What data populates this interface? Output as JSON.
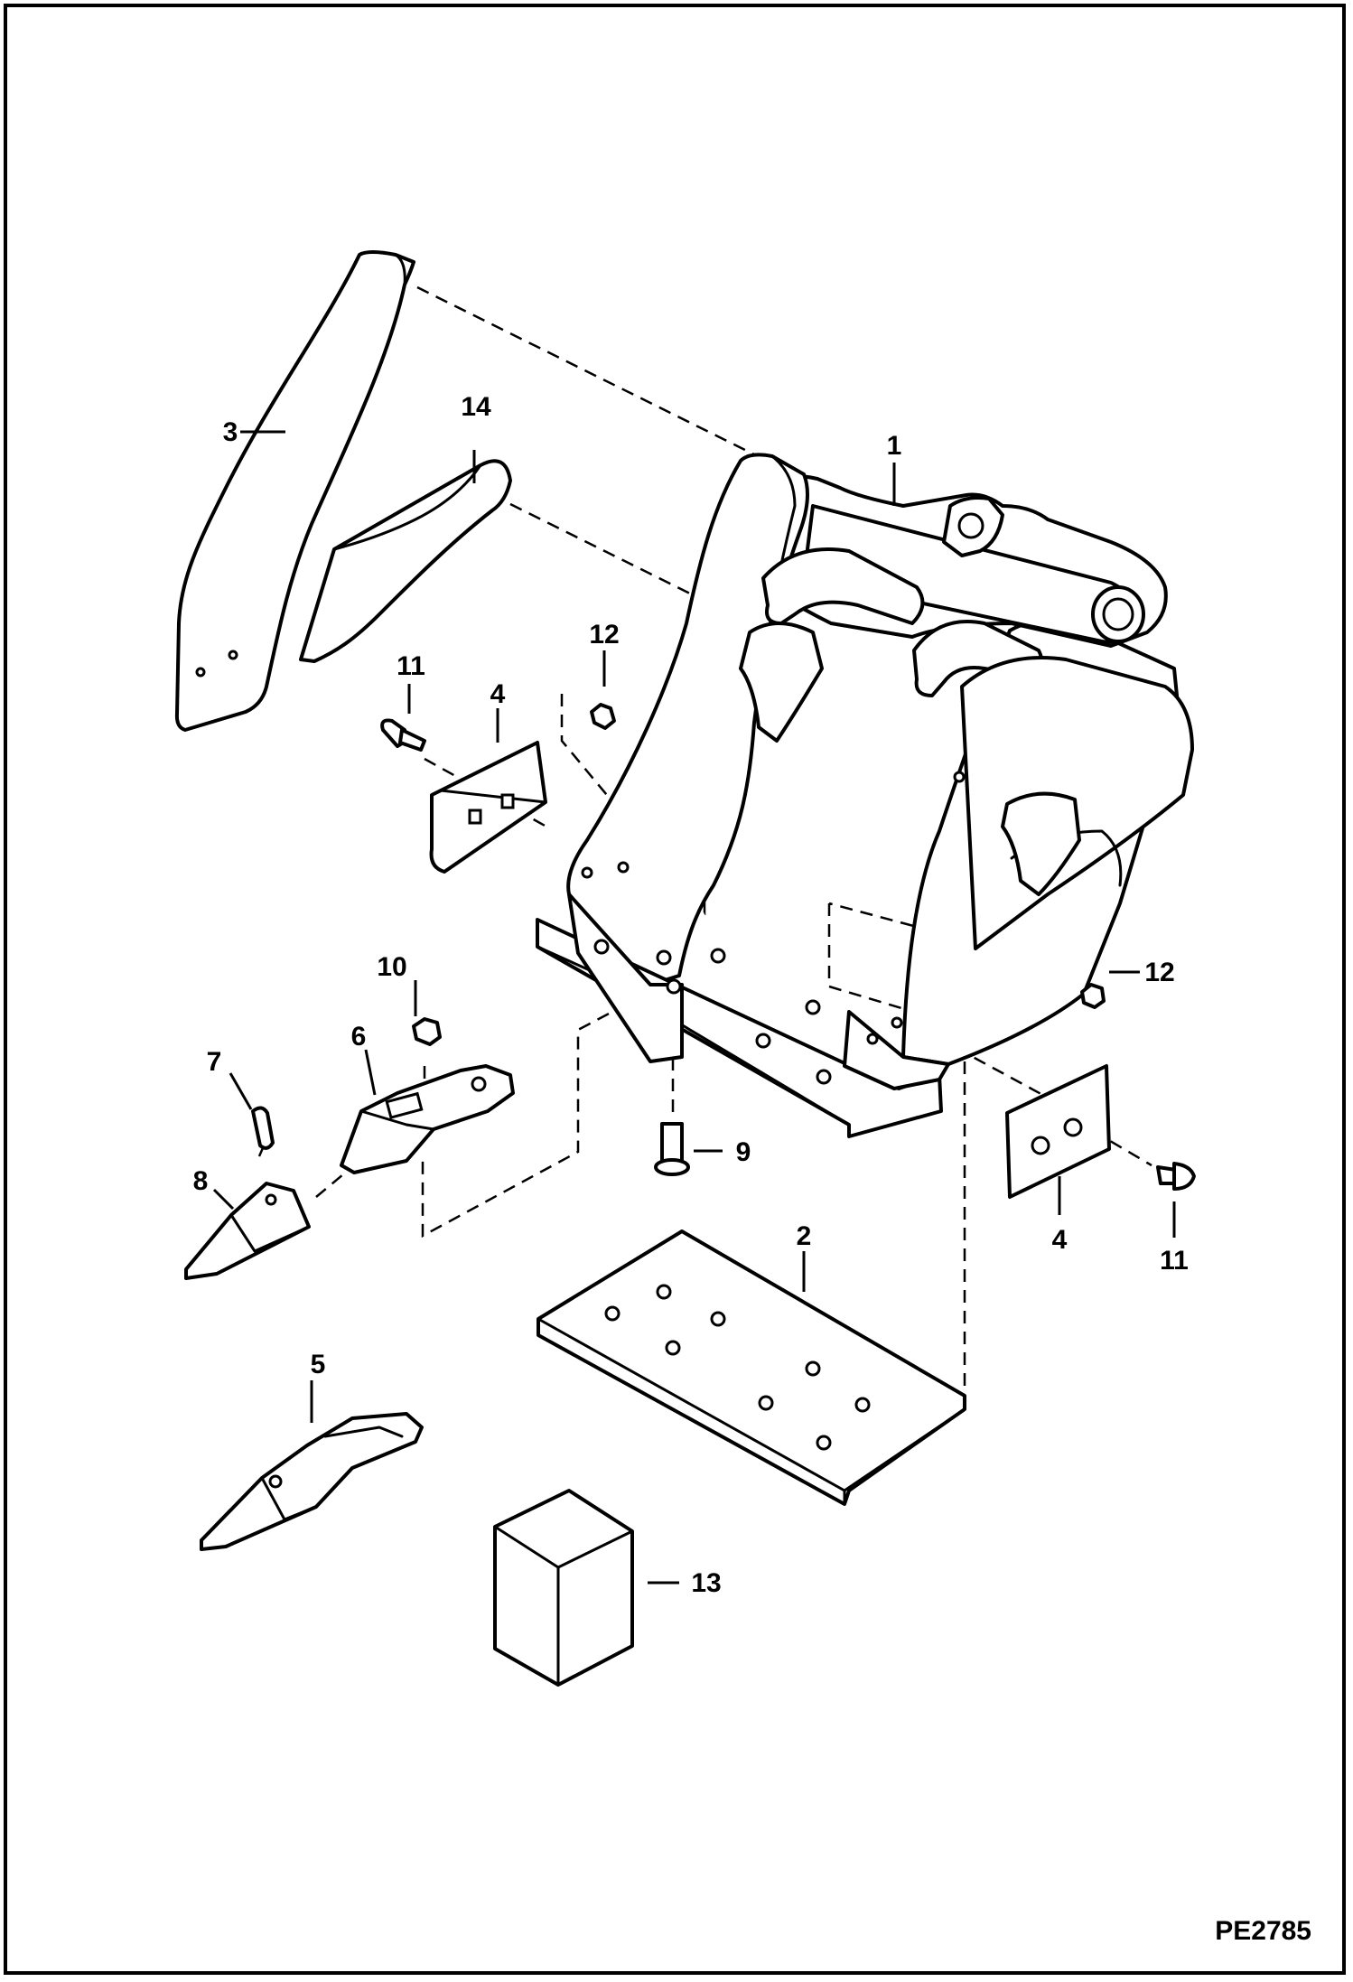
{
  "diagram": {
    "drawing_code": "PE2785",
    "callouts": {
      "c1": "1",
      "c2": "2",
      "c3": "3",
      "c4a": "4",
      "c4b": "4",
      "c5": "5",
      "c6": "6",
      "c7": "7",
      "c8": "8",
      "c9": "9",
      "c10": "10",
      "c11a": "11",
      "c11b": "11",
      "c12a": "12",
      "c12b": "12",
      "c13": "13",
      "c14": "14"
    }
  }
}
